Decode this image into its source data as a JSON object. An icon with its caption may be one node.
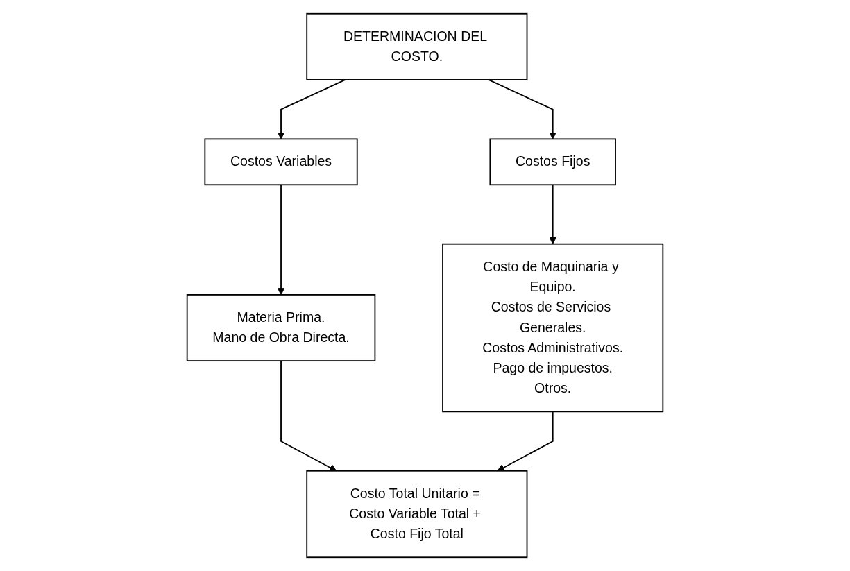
{
  "diagram": {
    "nodes": [
      {
        "text": [
          "DETERMINACION DEL COSTO."
        ]
      },
      {
        "text": [
          "Costos Variables"
        ]
      },
      {
        "text": [
          "Costos Fijos"
        ]
      },
      {
        "text": [
          "Materia Prima.",
          "Mano de Obra Directa."
        ]
      },
      {
        "text": [
          "Costo de Maquinaria y Equipo.",
          "Costos de Servicios Generales.",
          "Costos Administrativos.",
          "Pago de impuestos.",
          "Otros."
        ]
      },
      {
        "text": [
          "Costo Total Unitario = Costo Variable Total + Costo Fijo Total"
        ]
      }
    ],
    "edges": [
      {
        "from": 0,
        "to": 1,
        "arrow": "to"
      },
      {
        "from": 0,
        "to": 2,
        "arrow": "to"
      },
      {
        "from": 1,
        "to": 3,
        "arrow": "to"
      },
      {
        "from": 2,
        "to": 4,
        "arrow": "to"
      },
      {
        "from": 3,
        "to": 5,
        "arrow": "to"
      },
      {
        "from": 4,
        "to": 5,
        "arrow": "to"
      }
    ]
  }
}
